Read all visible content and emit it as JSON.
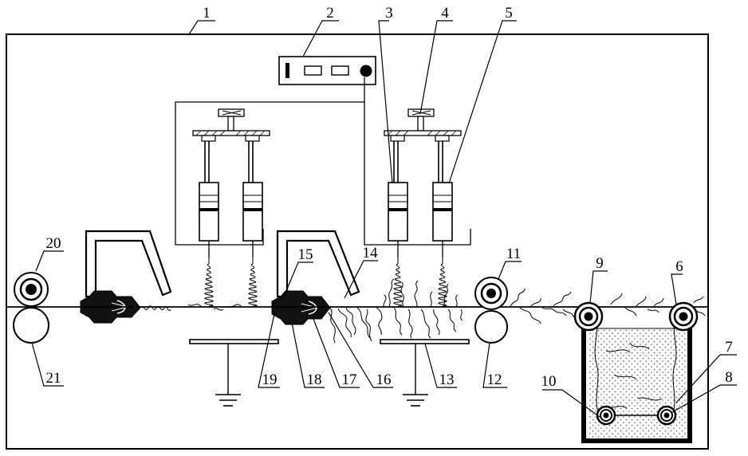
{
  "diagram": {
    "labels": [
      "1",
      "2",
      "3",
      "4",
      "5",
      "6",
      "7",
      "8",
      "9",
      "10",
      "11",
      "12",
      "13",
      "14",
      "15",
      "16",
      "17",
      "18",
      "19",
      "20",
      "21"
    ]
  },
  "colors": {
    "ink": "#000000",
    "background": "#ffffff",
    "liquid_dots": "#555555"
  }
}
